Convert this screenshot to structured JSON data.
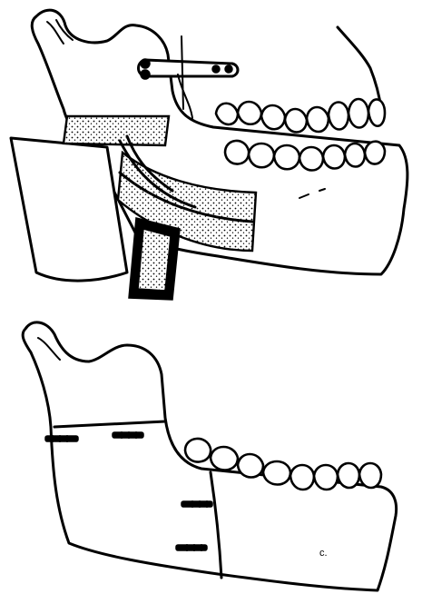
{
  "figure": {
    "panels": [
      {
        "id": "top",
        "parts": [
          "mandible",
          "maxillary-teeth",
          "mandibular-teeth",
          "bone-graft",
          "retractor",
          "fixation-plate"
        ]
      },
      {
        "id": "bottom",
        "parts": [
          "mandible",
          "mandibular-teeth",
          "fixation-screws",
          "osteotomy-lines"
        ]
      }
    ],
    "annotations": {
      "corner_mark": "c."
    }
  }
}
